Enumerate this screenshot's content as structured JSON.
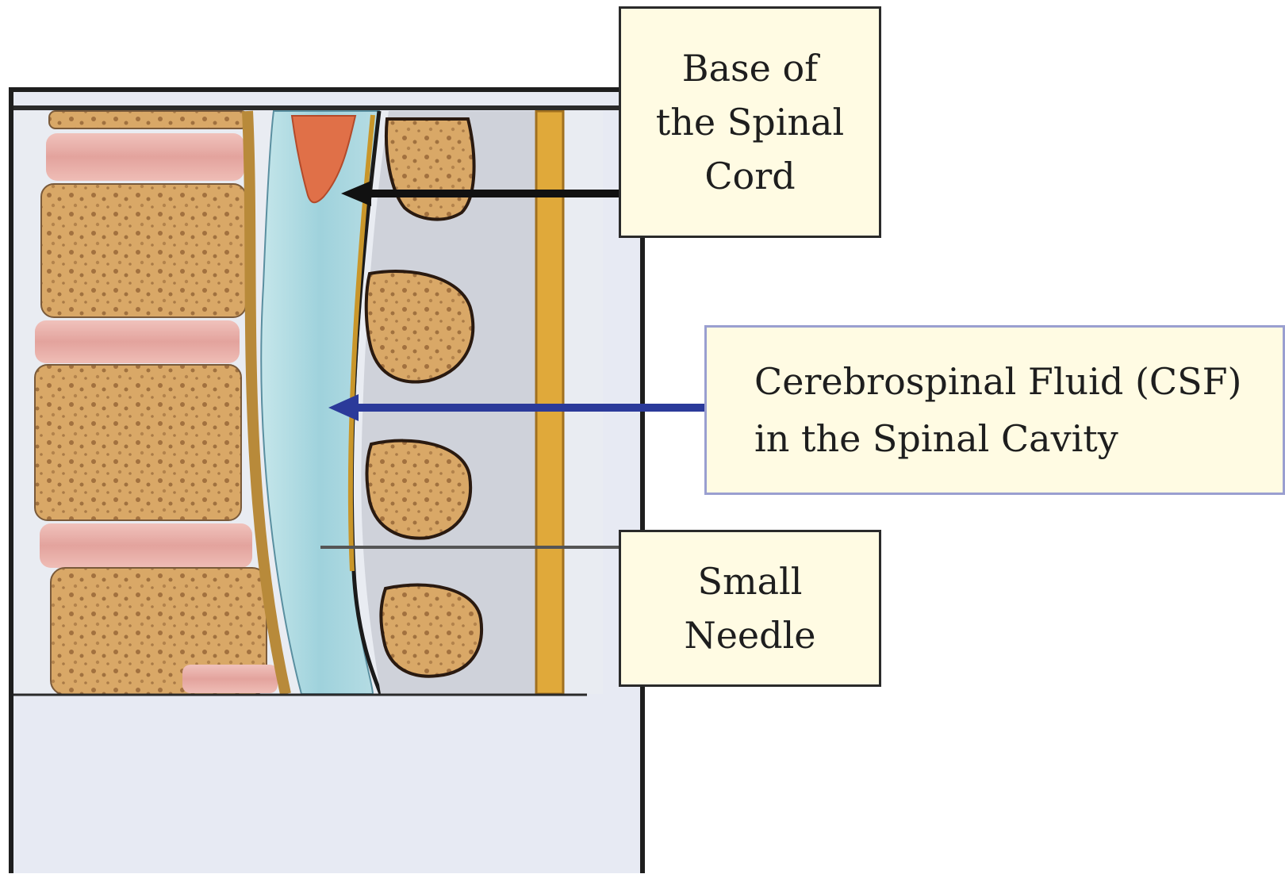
{
  "labels": {
    "base_of_spinal_cord": "Base of\nthe Spinal\nCord",
    "csf": "Cerebrospinal Fluid (CSF)\nin the Spinal Cavity",
    "small_needle": "Small\nNeedle"
  },
  "colors": {
    "label_background": "#fffbe3",
    "csf_arrow": "#2b3a9a",
    "cord_arrow": "#111111",
    "needle_line": "#555555",
    "csf_fluid": "#a9d8e0",
    "vertebra_bone": "#d8a86a",
    "disc": "#e6a9a4"
  }
}
